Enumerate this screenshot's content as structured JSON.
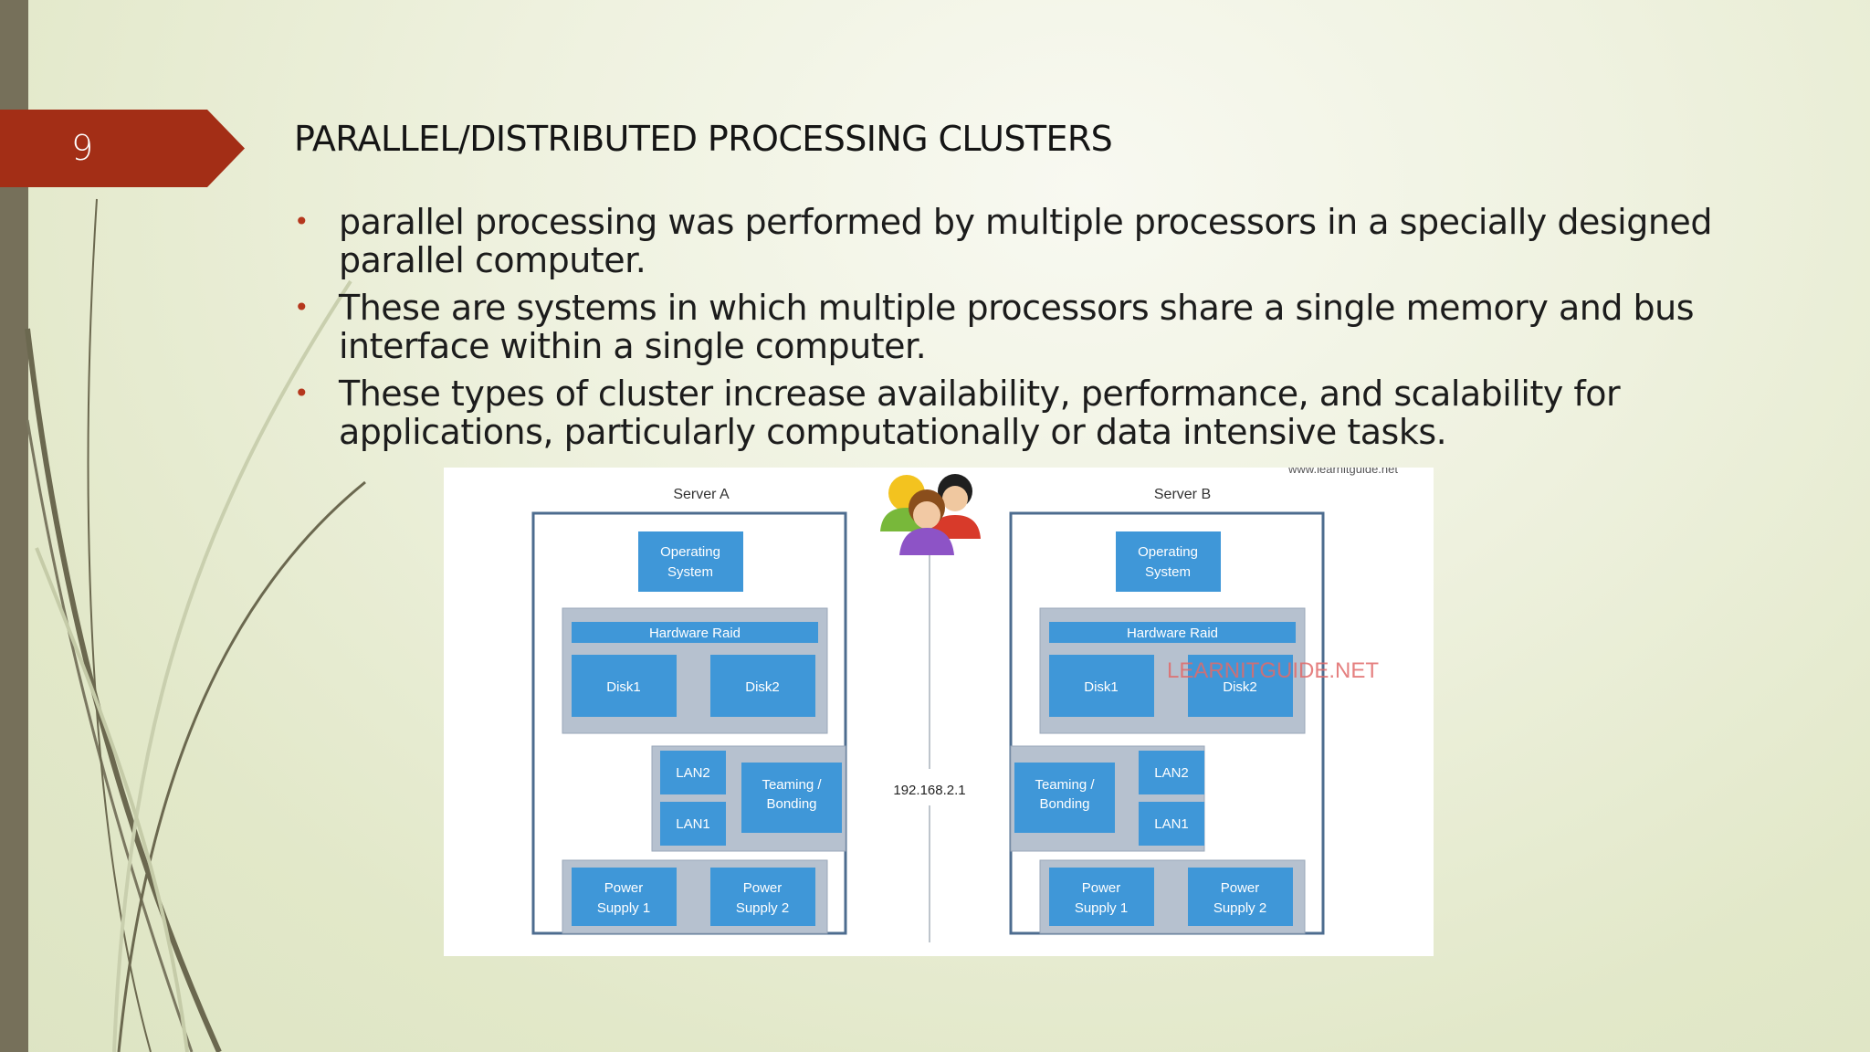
{
  "slide": {
    "number": "9",
    "title": "PARALLEL/DISTRIBUTED PROCESSING CLUSTERS",
    "bullets": [
      "parallel processing was performed by multiple  processors in a specially designed parallel computer.",
      "These are systems in which multiple  processors share a single memory and bus  interface within a single computer.",
      "These types of cluster increase availability,  performance, and scalability for applications, particularly computationally or data intensive  tasks."
    ]
  },
  "diagram": {
    "source_text": "www.learnitguide.net",
    "watermark": "LEARNITGUIDE.NET",
    "network_ip": "192.168.2.1",
    "server_a": {
      "title": "Server A",
      "os": [
        "Operating",
        "System"
      ],
      "raid": "Hardware Raid",
      "disk1": "Disk1",
      "disk2": "Disk2",
      "lan2": "LAN2",
      "lan1": "LAN1",
      "teaming": [
        "Teaming /",
        "Bonding"
      ],
      "psu1": [
        "Power",
        "Supply 1"
      ],
      "psu2": [
        "Power",
        "Supply 2"
      ]
    },
    "server_b": {
      "title": "Server B",
      "os": [
        "Operating",
        "System"
      ],
      "raid": "Hardware Raid",
      "disk1": "Disk1",
      "disk2": "Disk2",
      "lan2": "LAN2",
      "lan1": "LAN1",
      "teaming": [
        "Teaming /",
        "Bonding"
      ],
      "psu1": [
        "Power",
        "Supply 1"
      ],
      "psu2": [
        "Power",
        "Supply 2"
      ]
    },
    "colors": {
      "box_blue": "#3f97d8",
      "panel_gray": "#b6c1cf",
      "server_border": "#4d6c8f",
      "watermark": "#e06a6a",
      "accent_red": "#a32e16"
    }
  }
}
